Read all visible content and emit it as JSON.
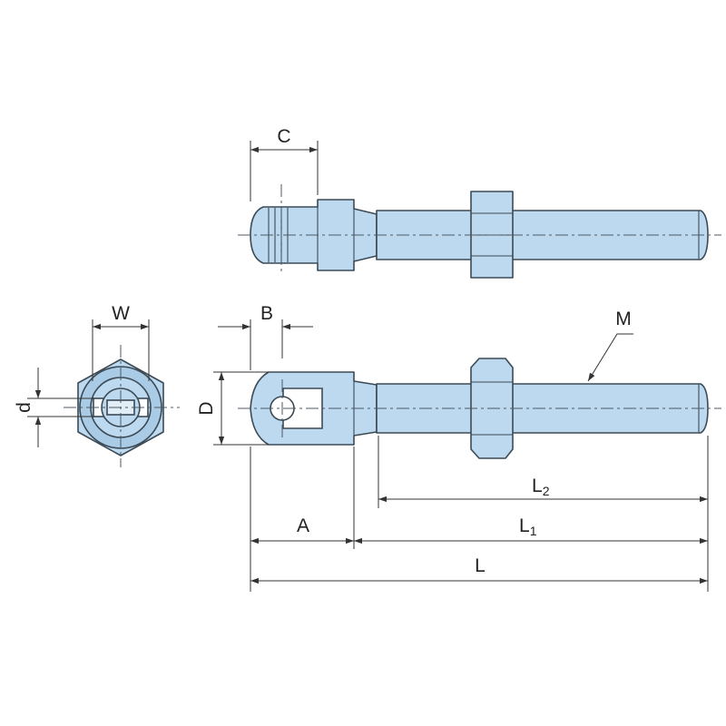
{
  "labels": {
    "C": "C",
    "W": "W",
    "B": "B",
    "M": "M",
    "d": "d",
    "D": "D",
    "L2_main": "L",
    "L2_sub": "2",
    "L1_main": "L",
    "L1_sub": "1",
    "A": "A",
    "L": "L"
  },
  "colors": {
    "part_fill": "#bcd9ef",
    "outline": "#3c4a55"
  }
}
